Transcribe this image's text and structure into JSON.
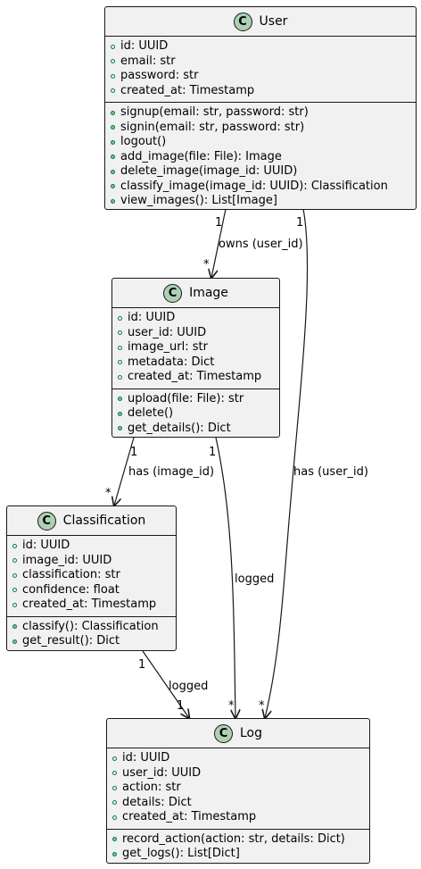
{
  "classes": {
    "user": {
      "badge": "C",
      "name": "User",
      "fields": [
        "id: UUID",
        "email: str",
        "password: str",
        "created_at: Timestamp"
      ],
      "methods": [
        "signup(email: str, password: str)",
        "signin(email: str, password: str)",
        "logout()",
        "add_image(file: File): Image",
        "delete_image(image_id: UUID)",
        "classify_image(image_id: UUID): Classification",
        "view_images(): List[Image]"
      ]
    },
    "image": {
      "badge": "C",
      "name": "Image",
      "fields": [
        "id: UUID",
        "user_id: UUID",
        "image_url: str",
        "metadata: Dict",
        "created_at: Timestamp"
      ],
      "methods": [
        "upload(file: File): str",
        "delete()",
        "get_details(): Dict"
      ]
    },
    "classification": {
      "badge": "C",
      "name": "Classification",
      "fields": [
        "id: UUID",
        "image_id: UUID",
        "classification: str",
        "confidence: float",
        "created_at: Timestamp"
      ],
      "methods": [
        "classify(): Classification",
        "get_result(): Dict"
      ]
    },
    "log": {
      "badge": "C",
      "name": "Log",
      "fields": [
        "id: UUID",
        "user_id: UUID",
        "action: str",
        "details: Dict",
        "created_at: Timestamp"
      ],
      "methods": [
        "record_action(action: str, details: Dict)",
        "get_logs(): List[Dict]"
      ]
    }
  },
  "relations": {
    "user_image": {
      "label": "owns (user_id)",
      "from_mult": "1",
      "to_mult": "*"
    },
    "user_log": {
      "label": "has (user_id)",
      "from_mult": "1",
      "to_mult": "*"
    },
    "image_classification": {
      "label": "has (image_id)",
      "from_mult": "1",
      "to_mult": "*"
    },
    "image_log": {
      "label": "logged",
      "from_mult": "1",
      "to_mult": "*"
    },
    "classification_log": {
      "label": "logged",
      "from_mult": "1",
      "to_mult": "1"
    }
  }
}
